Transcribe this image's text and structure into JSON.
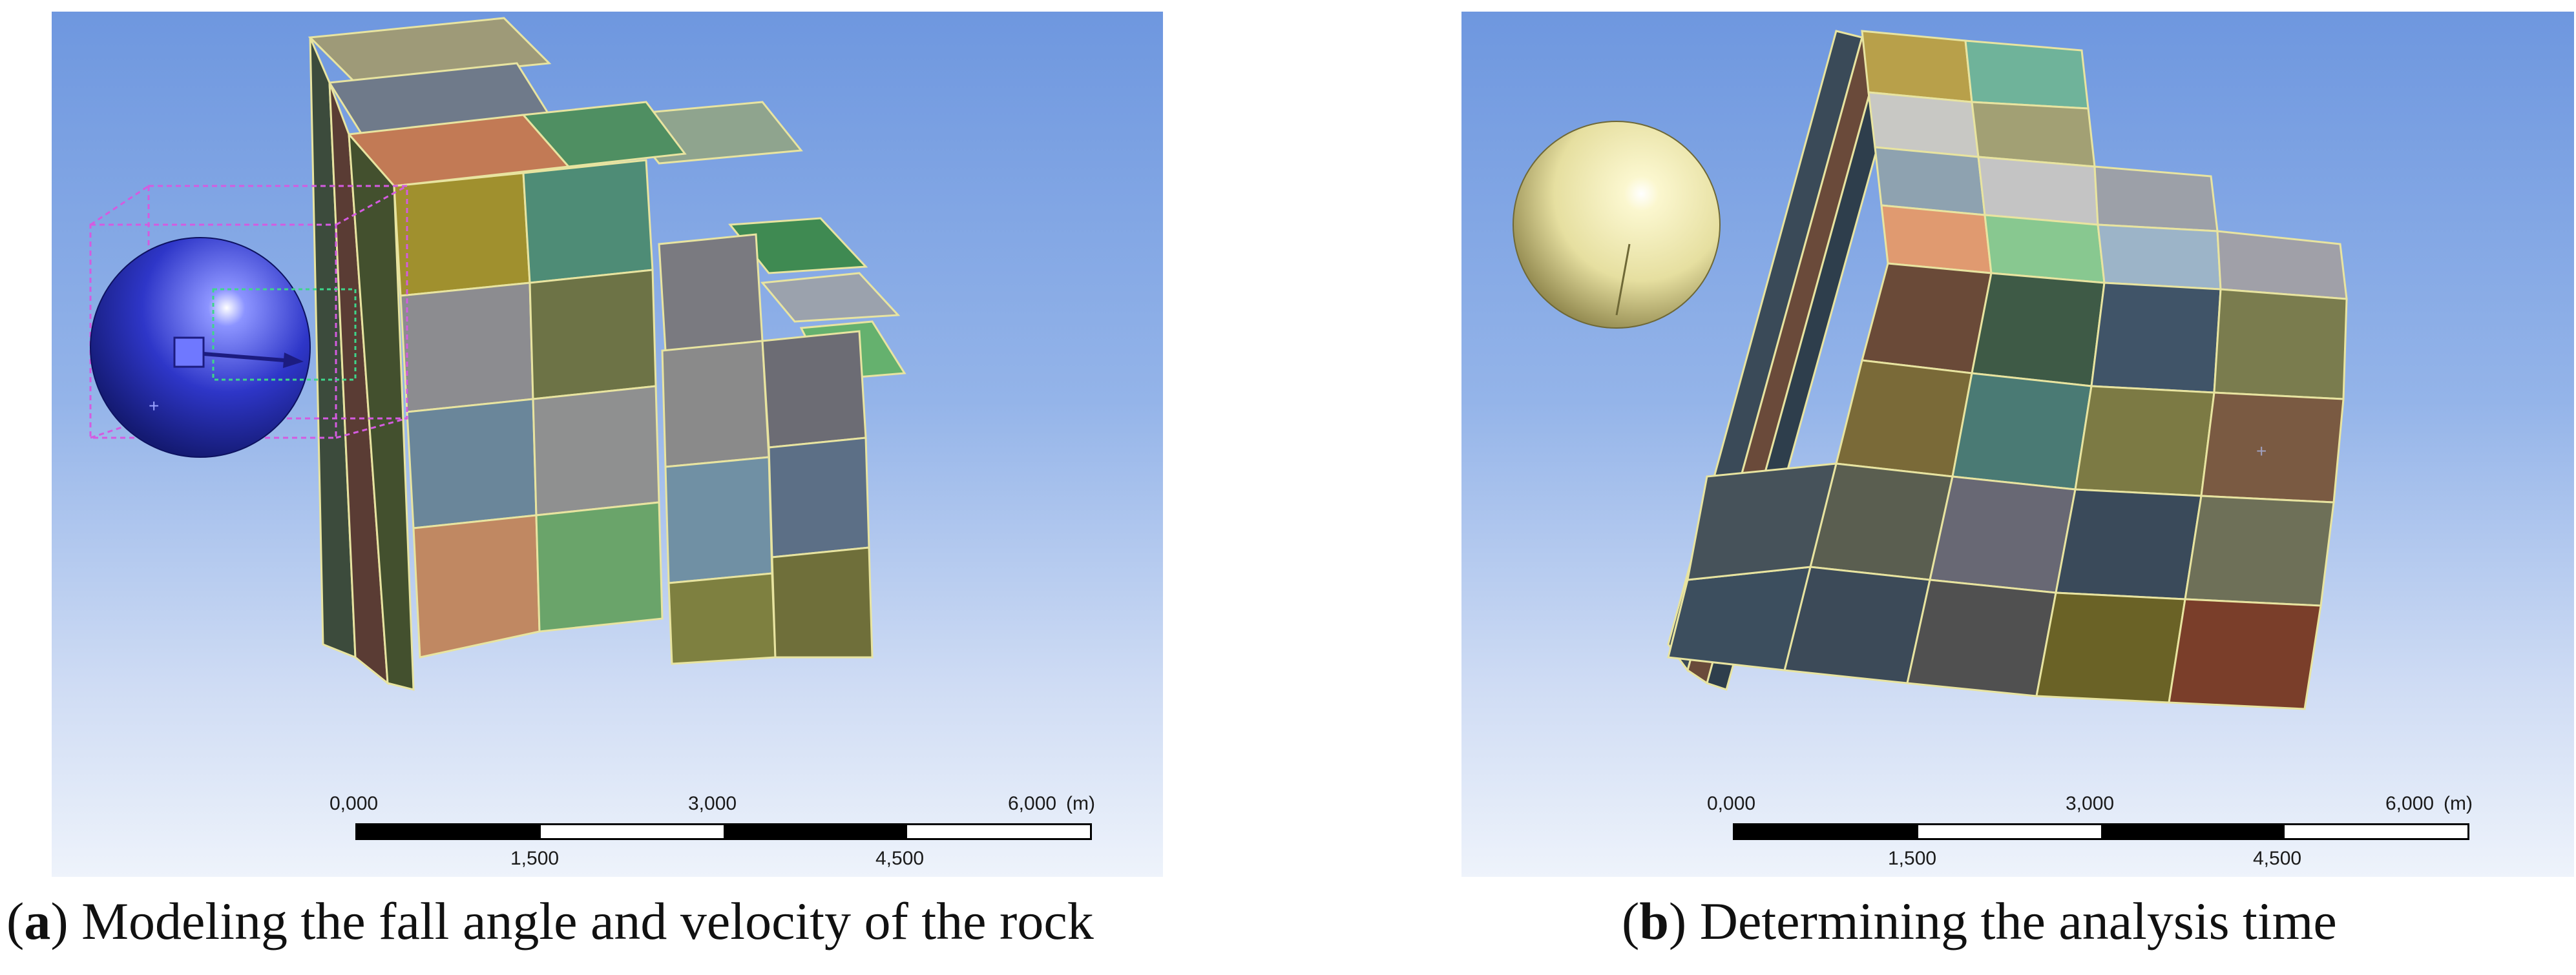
{
  "panel_a": {
    "scale": {
      "top_ticks": [
        "0,000",
        "3,000",
        "6,000"
      ],
      "unit": "(m)",
      "bottom_ticks": [
        "1,500",
        "4,500"
      ]
    },
    "caption": {
      "open": "(",
      "letter": "a",
      "close": ")",
      "text": " Modeling the fall angle and velocity of the rock"
    }
  },
  "panel_b": {
    "scale": {
      "top_ticks": [
        "0,000",
        "3,000",
        "6,000"
      ],
      "unit": "(m)",
      "bottom_ticks": [
        "1,500",
        "4,500"
      ]
    },
    "caption": {
      "open": "(",
      "letter": "b",
      "close": ")",
      "text": " Determining the analysis time"
    }
  },
  "colors": {
    "background_top": "#6e97df",
    "background_bottom": "#eef3fb",
    "sphere_a": "#2e36c8",
    "sphere_b": "#ece7a6",
    "selection_box": "#d45be0",
    "cell_edges": "#e8e4a0"
  }
}
